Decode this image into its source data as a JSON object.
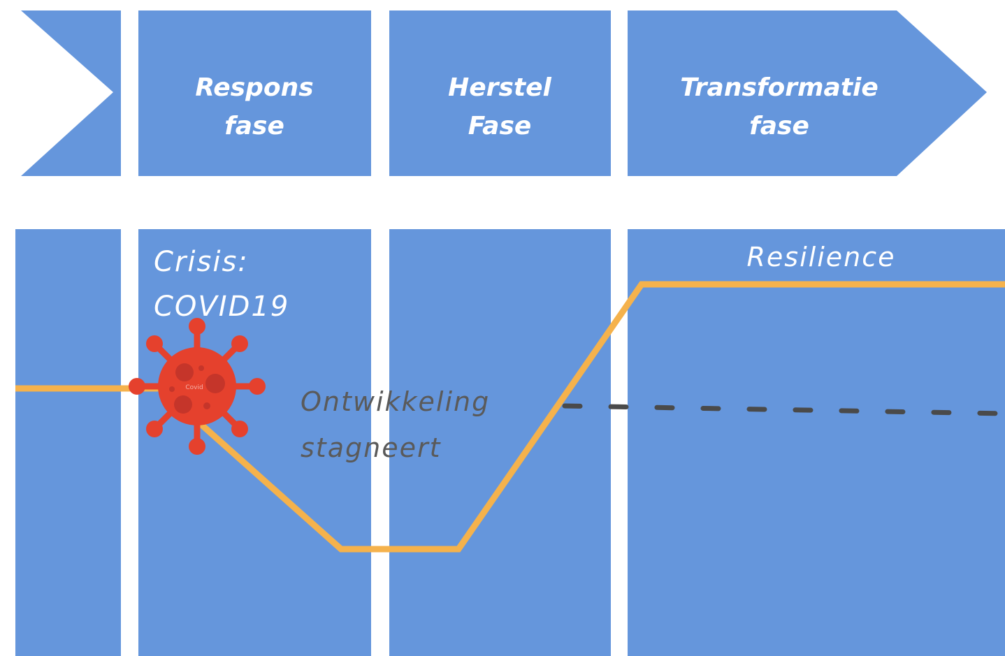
{
  "phases": [
    {
      "line1": "Respons",
      "line2": "fase"
    },
    {
      "line1": "Herstel",
      "line2": "Fase"
    },
    {
      "line1": "Transformatie",
      "line2": "fase"
    }
  ],
  "crisis_label": {
    "line1": "Crisis:",
    "line2": "COVID19"
  },
  "resilience_label": "Resilience",
  "stagnation_label": {
    "line1": "Ontwikkeling",
    "line2": "stagneert"
  },
  "virus_label": "Covid",
  "colors": {
    "phase_block": "#6596dc",
    "trajectory": "#f5b24c",
    "baseline_dashes": "#4a4a4a",
    "virus": "#e5412d",
    "virus_spots": "#c5352a"
  },
  "icons": {
    "crisis_marker": "virus-icon"
  }
}
